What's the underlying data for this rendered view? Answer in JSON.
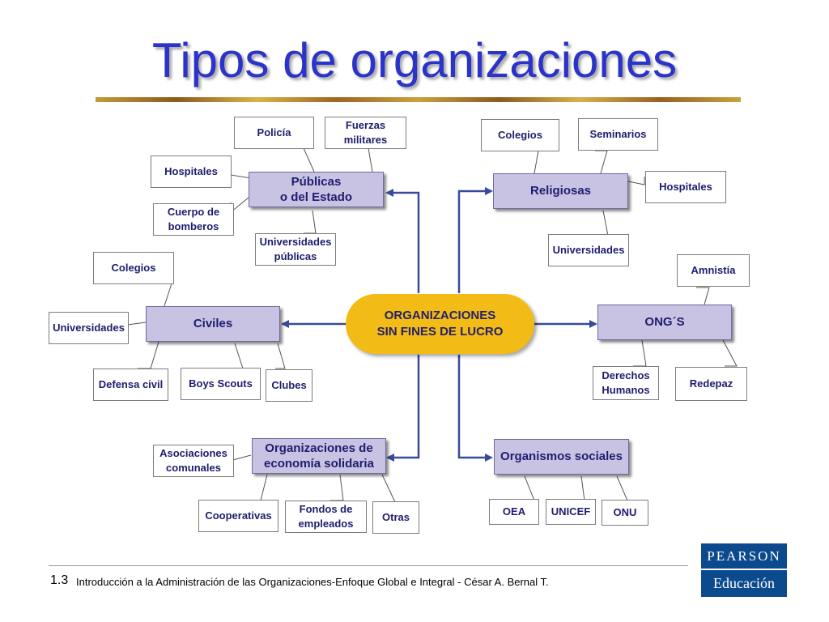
{
  "title": "Tipos de organizaciones",
  "center": "ORGANIZACIONES\nSIN FINES DE LUCRO",
  "categories": {
    "publicas": "Públicas\no del Estado",
    "religiosas": "Religiosas",
    "civiles": "Civiles",
    "ongs": "ONG´S",
    "economia": "Organizaciones de\neconomía solidaria",
    "sociales": "Organismos sociales"
  },
  "leaves": {
    "publicas": [
      "Policía",
      "Fuerzas\nmilitares",
      "Hospitales",
      "Cuerpo de\nbomberos",
      "Universidades\npúblicas"
    ],
    "religiosas": [
      "Colegios",
      "Seminarios",
      "Hospitales",
      "Universidades"
    ],
    "civiles": [
      "Colegios",
      "Universidades",
      "Defensa civil",
      "Boys Scouts",
      "Clubes"
    ],
    "ongs": [
      "Amnistía",
      "Derechos\nHumanos",
      "Redepaz"
    ],
    "economia": [
      "Asociaciones\ncomunales",
      "Cooperativas",
      "Fondos de\nempleados",
      "Otras"
    ],
    "sociales": [
      "OEA",
      "UNICEF",
      "ONU"
    ]
  },
  "footer": {
    "number": "1.3",
    "text": "Introducción a la Administración de las Organizaciones-Enfoque Global e Integral - César A. Bernal T."
  },
  "logo": {
    "top": "PEARSON",
    "bottom": "Educación"
  },
  "colors": {
    "title": "#2b33c8",
    "center_fill": "#f2bb16",
    "category_fill": "#c8c2e3",
    "connector": "#3a4a9a",
    "text": "#1f1c6e",
    "logo": "#0b4a8c"
  }
}
